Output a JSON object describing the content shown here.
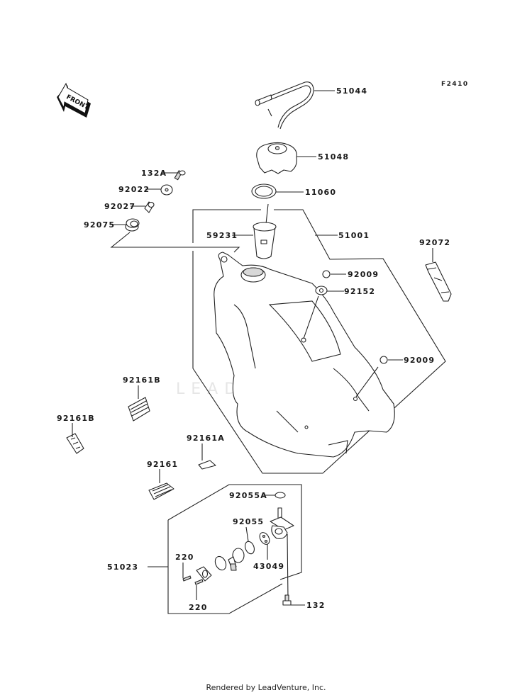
{
  "diagram": {
    "figure_code": "F2410",
    "direction_indicator": "FRONT",
    "watermark": "LEADVENTURE",
    "footer": "Rendered by LeadVenture, Inc.",
    "callouts": {
      "c51044": "51044",
      "c51048": "51048",
      "c11060": "11060",
      "c51001": "51001",
      "c59231": "59231",
      "c132A": "132A",
      "c92022": "92022",
      "c92027": "92027",
      "c92075": "92075",
      "c92072": "92072",
      "c92009a": "92009",
      "c92152": "92152",
      "c92009b": "92009",
      "c92161B_1": "92161B",
      "c92161B_2": "92161B",
      "c92161A": "92161A",
      "c92161": "92161",
      "c92055A": "92055A",
      "c92055": "92055",
      "c51023": "51023",
      "c220a": "220",
      "c43049": "43049",
      "c220b": "220",
      "c132": "132"
    }
  }
}
